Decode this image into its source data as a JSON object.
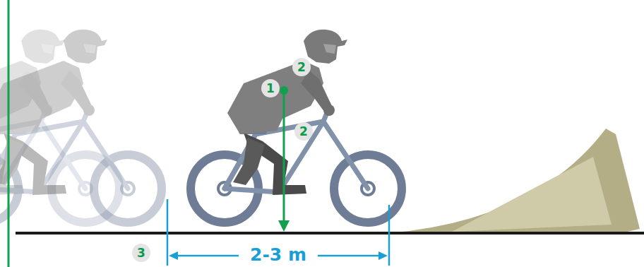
{
  "diagram": {
    "labels": [
      "2",
      "1",
      "2",
      "3",
      "2-3 m"
    ]
  }
}
